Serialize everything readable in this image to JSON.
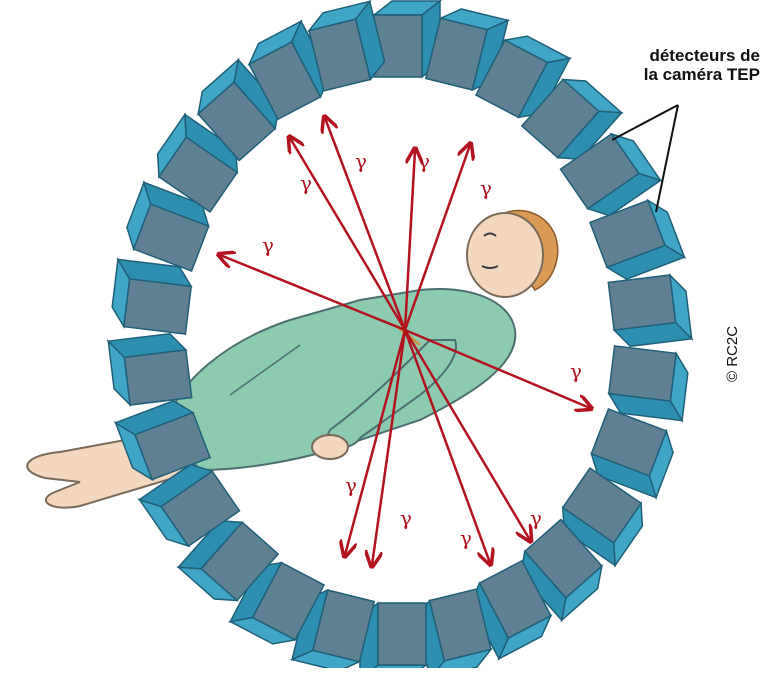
{
  "labels": {
    "detectors_line1": "détecteurs de",
    "detectors_line2": "la caméra TEP",
    "copyright": "© RC2C",
    "gamma": "γ"
  },
  "colors": {
    "detector_front": "#5f7f93",
    "detector_side": "#2d8fb0",
    "detector_top": "#3fa6c6",
    "ray": "#b3121e",
    "gown": "#8ccbb0",
    "skin": "#f3d8bf",
    "hair": "#d99a55"
  }
}
